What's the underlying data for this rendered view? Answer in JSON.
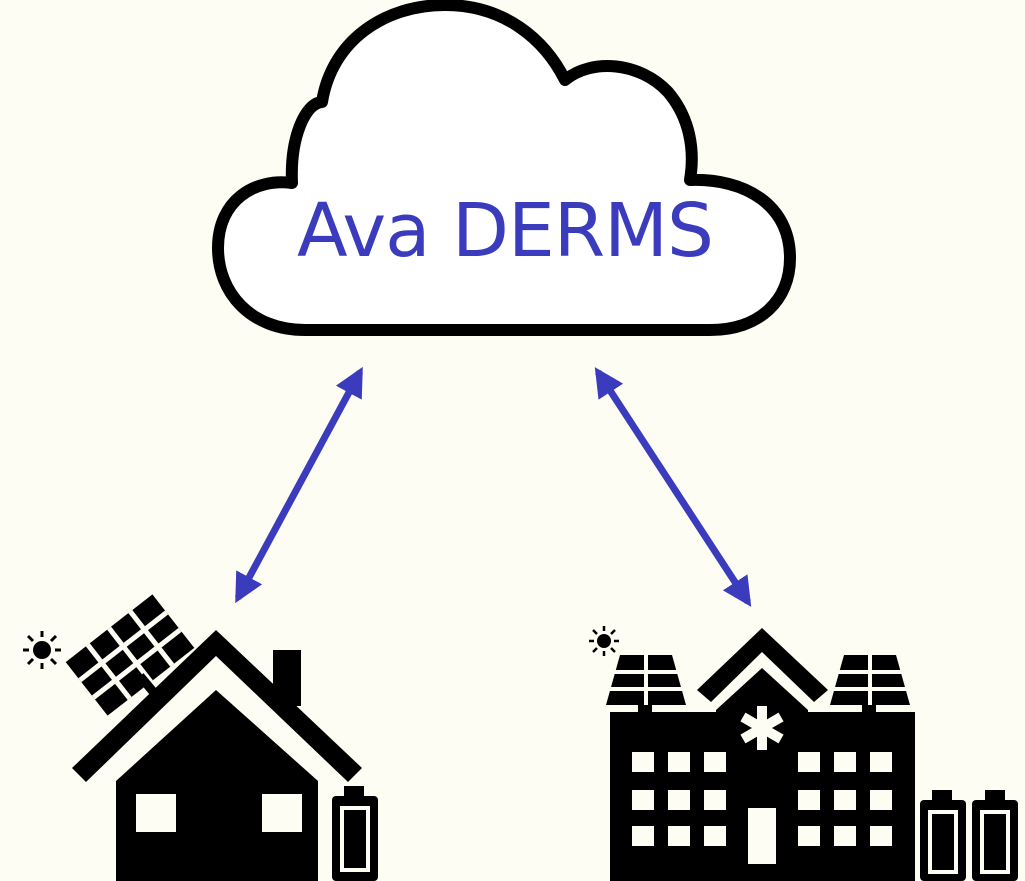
{
  "cloud": {
    "label": "Ava DERMS"
  },
  "colors": {
    "background": "#fdfdf4",
    "accent": "#3b3bbd",
    "ink": "#000000",
    "cloud_fill": "#ffffff"
  },
  "nodes": [
    {
      "name": "house",
      "icons": [
        "sun-icon",
        "solar-panel-icon",
        "house-icon",
        "battery-icon"
      ]
    },
    {
      "name": "hospital",
      "icons": [
        "sun-icon",
        "solar-panel-icon",
        "hospital-icon",
        "battery-icon"
      ]
    }
  ],
  "connections": [
    {
      "from": "cloud",
      "to": "house",
      "direction": "bidirectional"
    },
    {
      "from": "cloud",
      "to": "hospital",
      "direction": "bidirectional"
    }
  ]
}
